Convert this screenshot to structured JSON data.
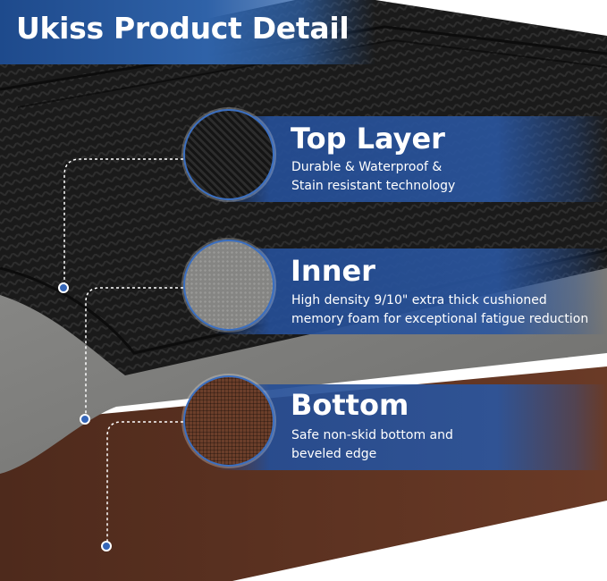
{
  "header": {
    "title": "Ukiss Product Detail"
  },
  "layers": [
    {
      "title": "Top Layer",
      "desc_line1": "Durable & Waterproof &",
      "desc_line2": "Stain resistant technology",
      "texture": "black-herringbone"
    },
    {
      "title": "Inner",
      "desc_line1": "High density 9/10\" extra thick cushioned",
      "desc_line2": "memory foam for exceptional fatigue reduction",
      "texture": "gray-foam"
    },
    {
      "title": "Bottom",
      "desc_line1": "Safe non-skid bottom and",
      "desc_line2": "beveled edge",
      "texture": "brown-mesh"
    }
  ],
  "colors": {
    "accent": "#2f62a8",
    "top_layer": "#1c1c1c",
    "inner_layer": "#7a7a78",
    "bottom_layer": "#5a3020"
  }
}
